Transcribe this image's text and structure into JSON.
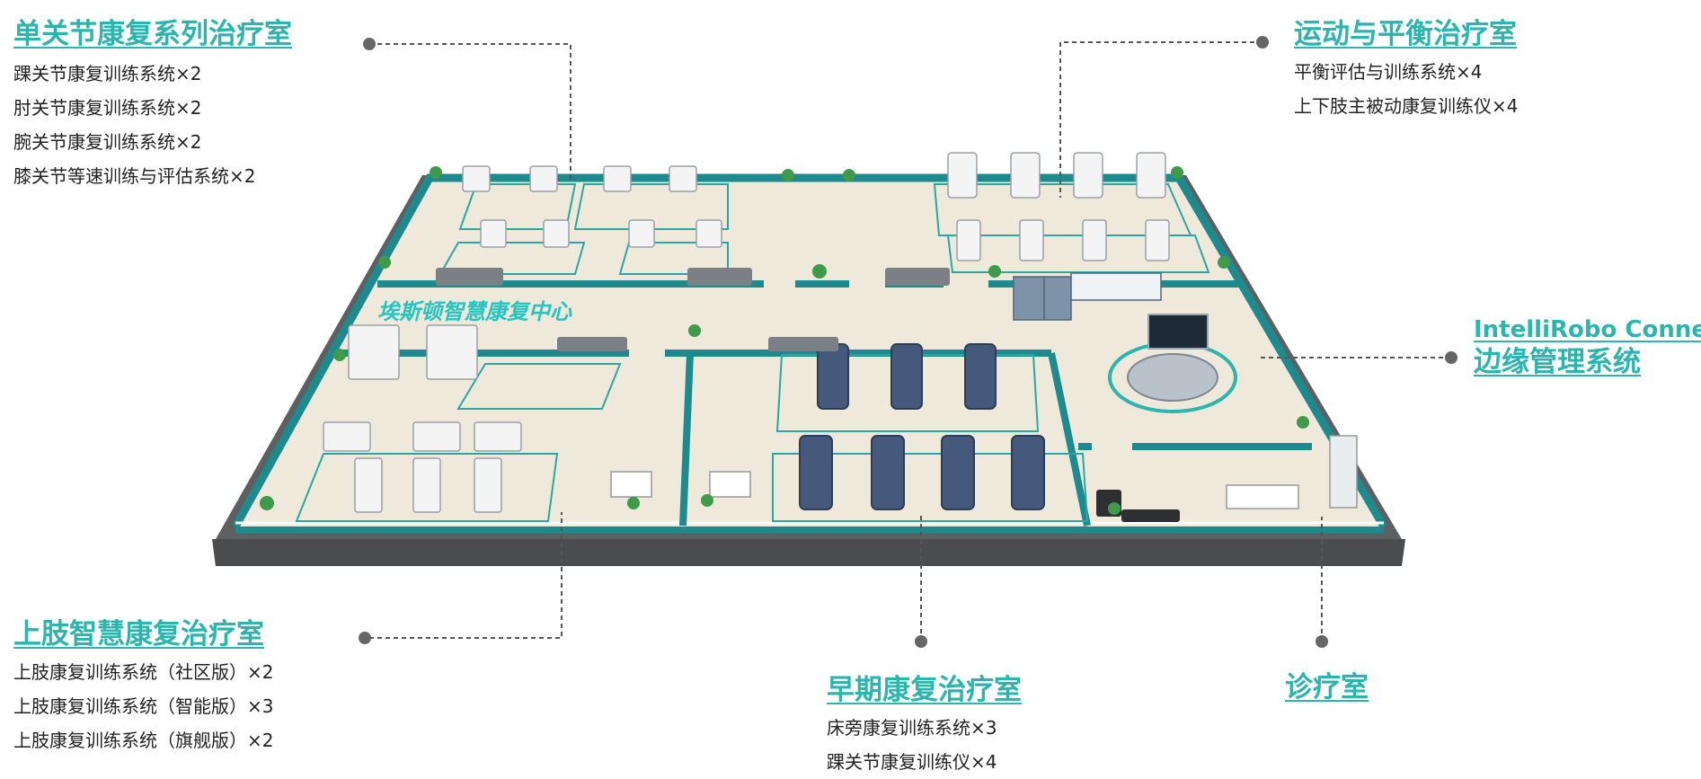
{
  "center_name": "埃斯顿智慧康复中心",
  "colors": {
    "accent": "#2bb5ad",
    "wall": "#1d8a8e",
    "floor": "#efe9dc",
    "base": "#5d5f61"
  },
  "rooms": {
    "single_joint": {
      "title": "单关节康复系列治疗室",
      "items": [
        "踝关节康复训练系统×2",
        "肘关节康复训练系统×2",
        "腕关节康复训练系统×2",
        "膝关节等速训练与评估系统×2"
      ]
    },
    "motion_balance": {
      "title": "运动与平衡治疗室",
      "items": [
        "平衡评估与训练系统×4",
        "上下肢主被动康复训练仪×4"
      ]
    },
    "edge_mgmt": {
      "title_en": "IntelliRobo Connect",
      "title_cn": "边缘管理系统"
    },
    "upper_limb": {
      "title": "上肢智慧康复治疗室",
      "items": [
        "上肢康复训练系统（社区版）×2",
        "上肢康复训练系统（智能版）×3",
        "上肢康复训练系统（旗舰版）×2"
      ]
    },
    "early_rehab": {
      "title": "早期康复治疗室",
      "items": [
        "床旁康复训练系统×3",
        "踝关节康复训练仪×4"
      ]
    },
    "clinic": {
      "title": "诊疗室"
    }
  }
}
